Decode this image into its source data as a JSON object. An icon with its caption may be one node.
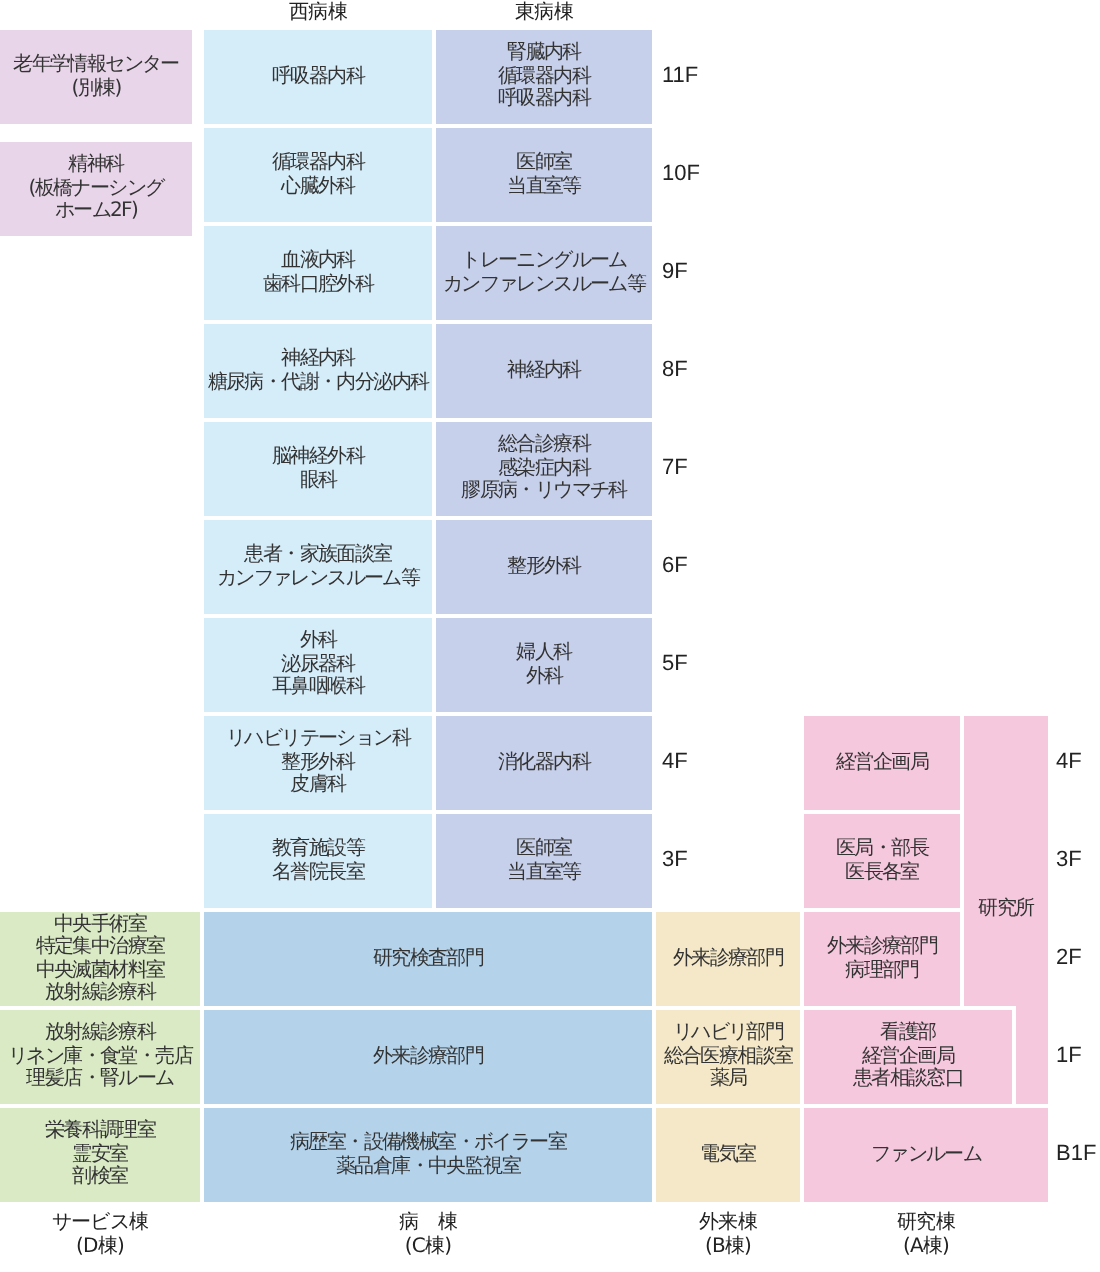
{
  "diagram": {
    "nodes": [
      {
        "text": [
          "老年学情報センター(別棟)"
        ]
      },
      {
        "text": [
          "呼吸器内科"
        ]
      },
      {
        "text": [
          "腎臓内科循環器内科呼吸器内科"
        ]
      },
      {
        "text": [
          "精神科(板橋ナーシングホーム2F)"
        ]
      },
      {
        "text": [
          "循環器内科心臓外科"
        ]
      },
      {
        "text": [
          "医師室当直室等"
        ]
      },
      {
        "text": [
          "血液内科歯科口腔外科"
        ]
      },
      {
        "text": [
          "トレーニングルームカンファレンスルーム等"
        ]
      },
      {
        "text": [
          "神経内科糖尿病・代謝・内分泌内科"
        ]
      },
      {
        "text": [
          "神経内科"
        ]
      },
      {
        "text": [
          "脳神経外科眼科"
        ]
      },
      {
        "text": [
          "総合診療科感染症内科膠原病・リウマチ科"
        ]
      },
      {
        "text": [
          "患者・家族面談室カンファレンスルーム等"
        ]
      },
      {
        "text": [
          "整形外科"
        ]
      },
      {
        "text": [
          "外科泌尿器科耳鼻咽喉科"
        ]
      },
      {
        "text": [
          "婦人科外科"
        ]
      },
      {
        "text": [
          "リハビリテーション科整形外科皮膚科"
        ]
      },
      {
        "text": [
          "消化器内科"
        ]
      },
      {
        "text": [
          "経営企画局"
        ]
      },
      {
        "text": [
          "研究所"
        ]
      },
      {
        "text": [
          "教育施設等名誉院長室"
        ]
      },
      {
        "text": [
          "医師室当直室等"
        ]
      },
      {
        "text": [
          "医局・部長医長各室"
        ]
      },
      {
        "text": [
          "中央手術室特定集中治療室中央滅菌材料室放射線診療科"
        ]
      },
      {
        "text": [
          "研究検査部門"
        ]
      },
      {
        "text": [
          "外来診療部門"
        ]
      },
      {
        "text": [
          "外来診療部門病理部門"
        ]
      },
      {
        "text": [
          "放射線診療科リネン庫・食堂・売店理髪店・腎ルーム"
        ]
      },
      {
        "text": [
          "外来診療部門"
        ]
      },
      {
        "text": [
          "リハビリ部門総合医療相談室薬局"
        ]
      },
      {
        "text": [
          "看護部経営企画局患者相談窓口"
        ]
      },
      {
        "text": [
          "栄養科調理室霊安室剖検室"
        ]
      },
      {
        "text": [
          "病歴室・設備機械室・ボイラー室薬品倉庫・中央監視室"
        ]
      },
      {
        "text": [
          "電気室"
        ]
      },
      {
        "text": [
          "ファンルーム"
        ]
      }
    ],
    "labels": [
      "西病棟",
      "東病棟",
      "11F",
      "10F",
      "9F",
      "8F",
      "7F",
      "6F",
      "5F",
      "4F",
      "4F",
      "3F",
      "3F",
      "2F",
      "1F",
      "B1F",
      "サービス棟(D棟)",
      "病　棟(C棟)",
      "外来棟(B棟)",
      "研究棟(A棟)"
    ]
  }
}
